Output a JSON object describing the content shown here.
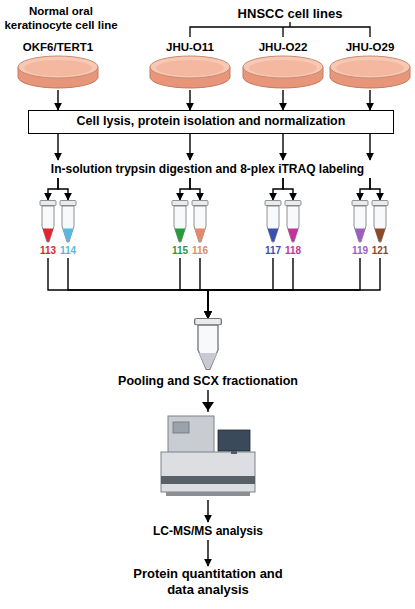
{
  "diagram": {
    "nodes": [
      {
        "text": [
          "OKF6/TERT1"
        ]
      },
      {
        "text": [
          "JHU-O11"
        ]
      },
      {
        "text": [
          "JHU-O22"
        ]
      },
      {
        "text": [
          "JHU-O29"
        ]
      },
      {
        "text": [
          "Cell lysis, protein isolation and normalization"
        ]
      },
      {
        "text": [
          "In-solution trypsin digestion and 8-plex iTRAQ labeling"
        ]
      },
      {
        "text": [
          "113"
        ]
      },
      {
        "text": [
          "114"
        ]
      },
      {
        "text": [
          "115"
        ]
      },
      {
        "text": [
          "116"
        ]
      },
      {
        "text": [
          "117"
        ]
      },
      {
        "text": [
          "118"
        ]
      },
      {
        "text": [
          "119"
        ]
      },
      {
        "text": [
          "121"
        ]
      },
      {
        "text": [
          "Pooling and SCX fractionation"
        ]
      },
      {
        "text": [
          "LC-MS/MS analysis"
        ]
      },
      {
        "text": [
          "Protein quantitation and data analysis"
        ]
      }
    ],
    "edges": [
      {
        "from": 0,
        "to": 4,
        "arrow": "to"
      },
      {
        "from": 1,
        "to": 4,
        "arrow": "to"
      },
      {
        "from": 2,
        "to": 4,
        "arrow": "to"
      },
      {
        "from": 3,
        "to": 4,
        "arrow": "to"
      },
      {
        "from": 4,
        "to": 5,
        "arrow": "to"
      },
      {
        "from": 4,
        "to": 5,
        "arrow": "to"
      },
      {
        "from": 4,
        "to": 5,
        "arrow": "to"
      },
      {
        "from": 4,
        "to": 5,
        "arrow": "to"
      },
      {
        "from": 5,
        "to": 6,
        "arrow": "to"
      },
      {
        "from": 5,
        "to": 7,
        "arrow": "to"
      },
      {
        "from": 5,
        "to": 8,
        "arrow": "to"
      },
      {
        "from": 5,
        "to": 9,
        "arrow": "to"
      },
      {
        "from": 5,
        "to": 10,
        "arrow": "to"
      },
      {
        "from": 5,
        "to": 11,
        "arrow": "to"
      },
      {
        "from": 5,
        "to": 12,
        "arrow": "to"
      },
      {
        "from": 5,
        "to": 13,
        "arrow": "to"
      },
      {
        "from": 6,
        "to": 14,
        "arrow": "to"
      },
      {
        "from": 7,
        "to": 14,
        "arrow": "to"
      },
      {
        "from": 8,
        "to": 14,
        "arrow": "to"
      },
      {
        "from": 9,
        "to": 14,
        "arrow": "to"
      },
      {
        "from": 10,
        "to": 14,
        "arrow": "to"
      },
      {
        "from": 11,
        "to": 14,
        "arrow": "to"
      },
      {
        "from": 12,
        "to": 14,
        "arrow": "to"
      },
      {
        "from": 13,
        "to": 14,
        "arrow": "to"
      },
      {
        "from": 14,
        "to": 15,
        "arrow": "to"
      },
      {
        "from": 15,
        "to": 16,
        "arrow": "to"
      }
    ],
    "labels": [
      "Normal oral keratinocyte cell line",
      "HNSCC cell lines"
    ]
  }
}
